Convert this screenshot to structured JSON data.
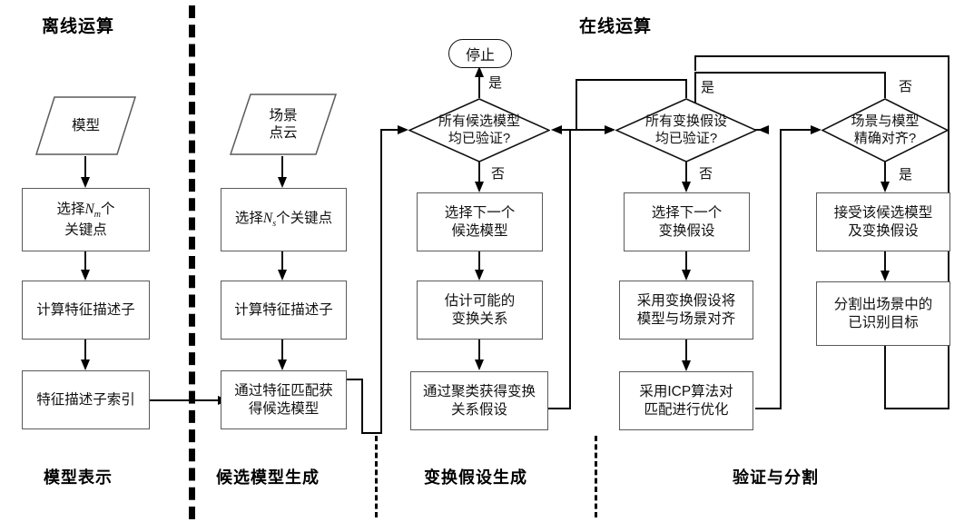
{
  "headers": [
    {
      "id": "offline",
      "label": "离线运算"
    },
    {
      "id": "online",
      "label": "在线运算"
    }
  ],
  "footers": [
    {
      "id": "model-representation",
      "label": "模型表示"
    },
    {
      "id": "candidate-model-generation",
      "label": "候选模型生成"
    },
    {
      "id": "transform-hypothesis-generation",
      "label": "变换假设生成"
    },
    {
      "id": "verification-and-segmentation",
      "label": "验证与分割"
    }
  ],
  "nodes": {
    "model_data": "模型",
    "select_nm_keypoints_l1": "选择",
    "select_nm_keypoints_v": "N",
    "select_nm_keypoints_sub": "m",
    "select_nm_keypoints_l2": "个",
    "select_nm_keypoints_l3": "关键点",
    "compute_descriptor_model": "计算特征描述子",
    "descriptor_index": "特征描述子索引",
    "scene_data_l1": "场景",
    "scene_data_l2": "点云",
    "select_ns_keypoints_l1": "选择",
    "select_ns_keypoints_v": "N",
    "select_ns_keypoints_sub": "s",
    "select_ns_keypoints_l2": "个关键点",
    "compute_descriptor_scene": "计算特征描述子",
    "feature_match_candidates_l1": "通过特征匹配获",
    "feature_match_candidates_l2": "得候选模型",
    "stop": "停止",
    "all_candidates_verified_l1": "所有候选模型",
    "all_candidates_verified_l2": "均已验证?",
    "select_next_candidate_l1": "选择下一个",
    "select_next_candidate_l2": "候选模型",
    "estimate_transform_l1": "估计可能的",
    "estimate_transform_l2": "变换关系",
    "cluster_hypothesis_l1": "通过聚类获得变换",
    "cluster_hypothesis_l2": "关系假设",
    "all_transforms_verified_l1": "所有变换假设",
    "all_transforms_verified_l2": "均已验证?",
    "select_next_transform_l1": "选择下一个",
    "select_next_transform_l2": "变换假设",
    "apply_transform_align_l1": "采用变换假设将",
    "apply_transform_align_l2": "模型与场景对齐",
    "icp_refine_l1": "采用ICP算法对",
    "icp_refine_l2": "匹配进行优化",
    "scene_model_aligned_l1": "场景与模型",
    "scene_model_aligned_l2": "精确对齐?",
    "accept_candidate_l1": "接受该候选模型",
    "accept_candidate_l2": "及变换假设",
    "segment_recognized_l1": "分割出场景中的",
    "segment_recognized_l2": "已识别目标"
  },
  "edge_labels": {
    "yes_stop": "是",
    "no_candidate": "否",
    "yes_transform": "是",
    "no_transform": "否",
    "no_aligned": "否",
    "yes_aligned": "是"
  },
  "colors": {
    "stroke": "#000000",
    "box_border": "#5a5a5a",
    "background": "#ffffff",
    "text": "#111111"
  },
  "chart_data": {
    "type": "diagram",
    "title": "三维物体识别流程图",
    "stages": [
      "模型表示",
      "候选模型生成",
      "变换假设生成",
      "验证与分割"
    ],
    "phases": [
      "离线运算",
      "在线运算"
    ]
  }
}
